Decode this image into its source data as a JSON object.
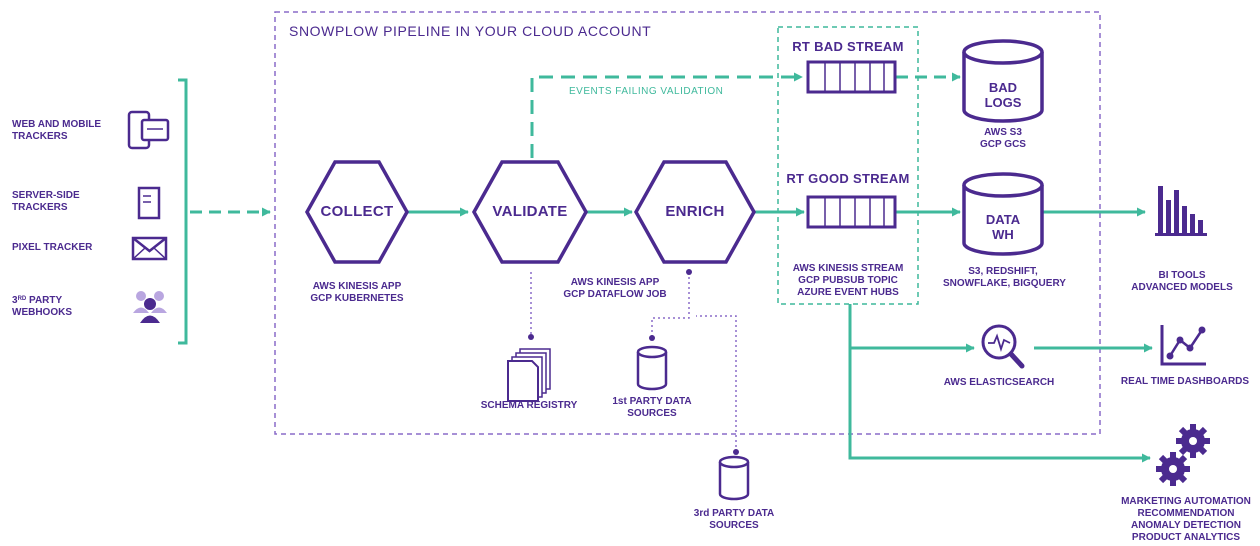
{
  "diagram": {
    "title": "SNOWPLOW PIPELINE IN YOUR CLOUD ACCOUNT",
    "colors": {
      "accent": "#4b2a8f",
      "flow": "#3fb99c",
      "dotted": "#8a6cc8"
    },
    "sources": [
      {
        "label": "WEB AND MOBILE\nTRACKERS",
        "icon": "devices-icon"
      },
      {
        "label": "SERVER-SIDE\nTRACKERS",
        "icon": "server-icon"
      },
      {
        "label": "PIXEL TRACKER",
        "icon": "envelope-icon"
      },
      {
        "label_prefix": "3",
        "label_sup": "RD",
        "label_suffix": " PARTY\nWEBHOOKS",
        "icon": "people-icon"
      }
    ],
    "stages": {
      "collect": {
        "label": "COLLECT",
        "caption": "AWS KINESIS APP\nGCP KUBERNETES"
      },
      "validate": {
        "label": "VALIDATE"
      },
      "enrich": {
        "label": "ENRICH"
      },
      "validate_enrich_caption": "AWS KINESIS APP\nGCP DATAFLOW JOB"
    },
    "failing_label": "EVENTS FAILING VALIDATION",
    "streams": {
      "bad": {
        "label": "RT BAD STREAM"
      },
      "good": {
        "label": "RT GOOD STREAM"
      },
      "caption": "AWS KINESIS STREAM\nGCP PUBSUB TOPIC\nAZURE EVENT HUBS"
    },
    "stores": {
      "bad_logs": {
        "label": "BAD\nLOGS",
        "caption": "AWS S3\nGCP GCS"
      },
      "data_wh": {
        "label": "DATA\nWH",
        "caption": "S3, REDSHIFT,\nSNOWFLAKE, BIGQUERY"
      }
    },
    "supports": {
      "schema_registry": "SCHEMA REGISTRY",
      "first_party": "1st PARTY DATA\nSOURCES",
      "third_party": "3rd PARTY DATA\nSOURCES"
    },
    "outputs": {
      "bi_tools": "BI TOOLS\nADVANCED MODELS",
      "elasticsearch": "AWS ELASTICSEARCH",
      "dashboards": "REAL TIME DASHBOARDS",
      "marketing": "MARKETING AUTOMATION\nRECOMMENDATION\nANOMALY DETECTION\nPRODUCT ANALYTICS"
    }
  }
}
